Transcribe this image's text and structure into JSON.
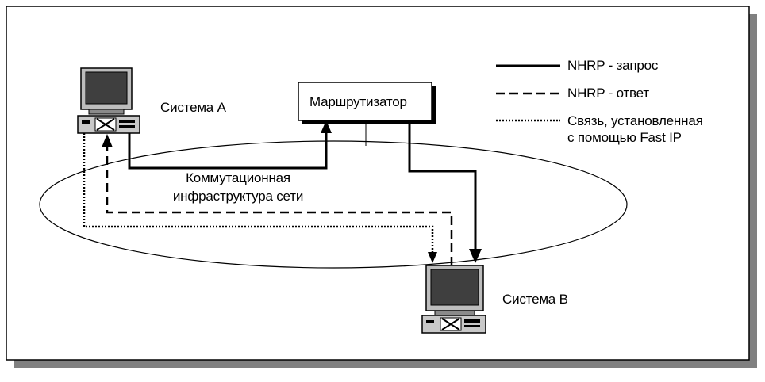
{
  "diagram": {
    "router_label": "Маршрутизатор",
    "system_a_label": "Система А",
    "system_b_label": "Система B",
    "network_label_line1": "Коммутационная",
    "network_label_line2": "инфраструктура сети"
  },
  "legend": {
    "items": [
      {
        "style": "solid",
        "label": "NHRP - запрос"
      },
      {
        "style": "dashed",
        "label": "NHRP - ответ"
      },
      {
        "style": "dotted",
        "label_line1": "Связь, установленная",
        "label_line2": "с помощью Fast IP"
      }
    ]
  }
}
